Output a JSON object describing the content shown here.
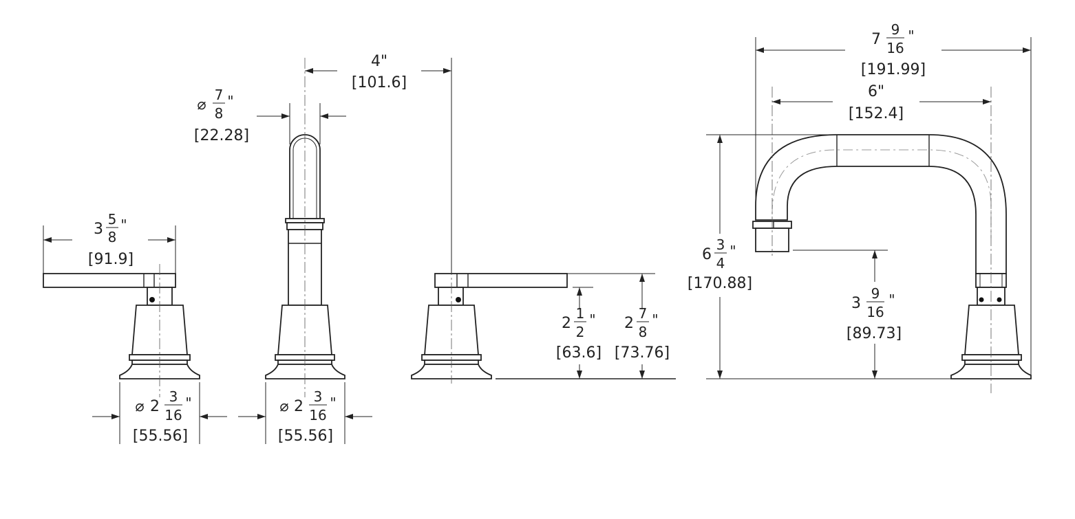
{
  "dimensions": [
    {
      "id": "handle-length",
      "whole": "3",
      "num": "5",
      "den": "8",
      "unit": "\"",
      "metric": "91.9"
    },
    {
      "id": "spout-diameter",
      "prefix": "⌀",
      "whole": "",
      "num": "7",
      "den": "8",
      "unit": "\"",
      "metric": "22.28"
    },
    {
      "id": "spout-offset",
      "whole": "4",
      "num": "",
      "den": "",
      "unit": "\"",
      "metric": "101.6"
    },
    {
      "id": "handle-base-diameter",
      "prefix": "⌀",
      "whole": "2",
      "num": "3",
      "den": "16",
      "unit": "\"",
      "metric": "55.56"
    },
    {
      "id": "spout-base-diameter",
      "prefix": "⌀",
      "whole": "2",
      "num": "3",
      "den": "16",
      "unit": "\"",
      "metric": "55.56"
    },
    {
      "id": "handle-height",
      "whole": "2",
      "num": "1",
      "den": "2",
      "unit": "\"",
      "metric": "63.6"
    },
    {
      "id": "handle-top-height",
      "whole": "2",
      "num": "7",
      "den": "8",
      "unit": "\"",
      "metric": "73.76"
    },
    {
      "id": "overall-width",
      "whole": "7",
      "num": "9",
      "den": "16",
      "unit": "\"",
      "metric": "191.99"
    },
    {
      "id": "spout-reach",
      "whole": "6",
      "num": "",
      "den": "",
      "unit": "\"",
      "metric": "152.4"
    },
    {
      "id": "overall-height",
      "whole": "6",
      "num": "3",
      "den": "4",
      "unit": "\"",
      "metric": "170.88"
    },
    {
      "id": "spout-clearance",
      "whole": "3",
      "num": "9",
      "den": "16",
      "unit": "\"",
      "metric": "89.73"
    }
  ]
}
